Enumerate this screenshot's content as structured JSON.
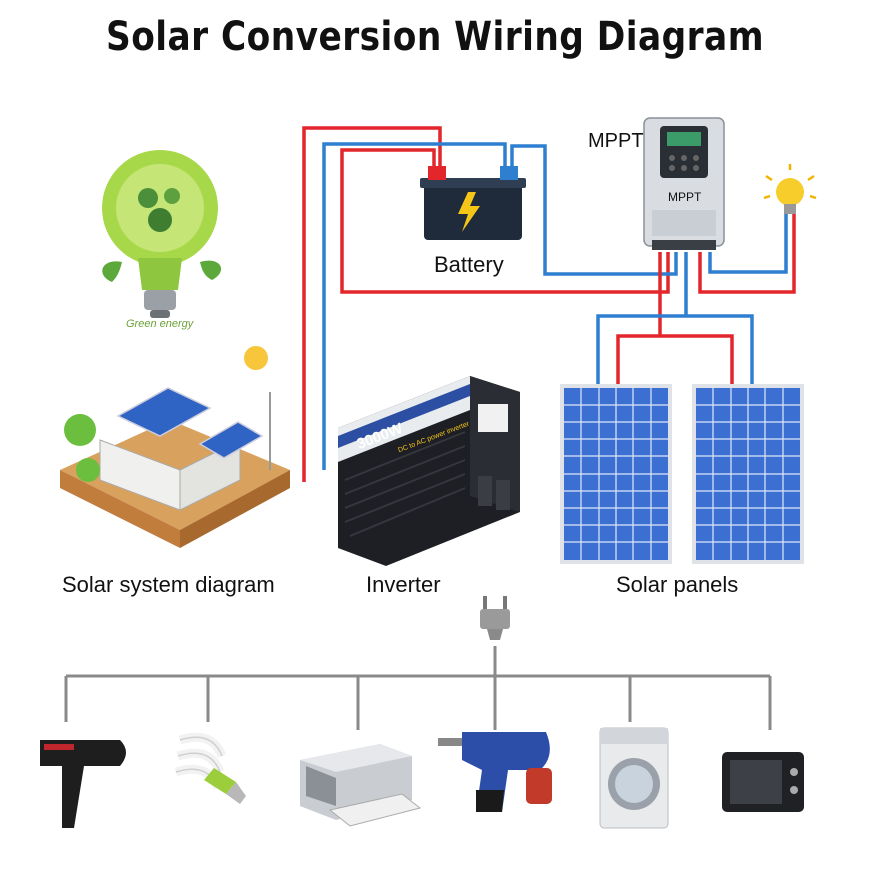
{
  "title": "Solar Conversion Wiring Diagram",
  "labels": {
    "battery": "Battery",
    "mppt": "MPPT",
    "solar_system": "Solar system diagram",
    "inverter": "Inverter",
    "solar_panels": "Solar panels"
  },
  "devices": {
    "mppt_body": "MPPT",
    "inverter_power": "3000W",
    "inverter_sub": "DC to AC power inverter",
    "green_energy": "Green energy"
  },
  "appliances": [
    "hair-dryer-icon",
    "cfl-bulb-icon",
    "printer-icon",
    "power-drill-icon",
    "washing-machine-icon",
    "microwave-icon"
  ],
  "colors": {
    "positive": "#e3262b",
    "negative": "#2e7fd0",
    "mains": "#8a8a8a",
    "panel": "#3b6fd1"
  }
}
